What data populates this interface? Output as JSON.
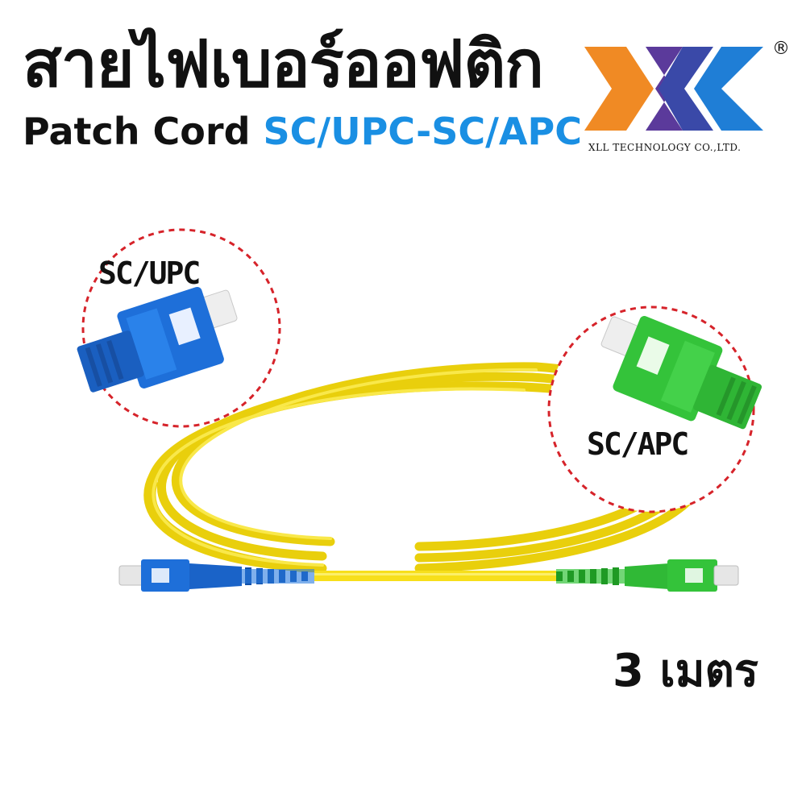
{
  "title": "สายไฟเบอร์ออฟติก",
  "subtitle": {
    "part1": "Patch Cord ",
    "part2": "SC/UPC-SC/APC"
  },
  "logo": {
    "company": "XLL TECHNOLOGY CO.,LTD.",
    "registered_mark": "®",
    "colors": {
      "orange": "#f08a24",
      "purple": "#5b3a9b",
      "blue": "#1f7ed6"
    }
  },
  "callouts": {
    "left_label": "SC/UPC",
    "right_label": "SC/APC"
  },
  "length_label": "3 เมตร",
  "colors": {
    "cable": "#f7df1b",
    "upc_connector": "#1e6fd9",
    "apc_connector": "#34c33a",
    "dashed_circle": "#d6232a"
  }
}
